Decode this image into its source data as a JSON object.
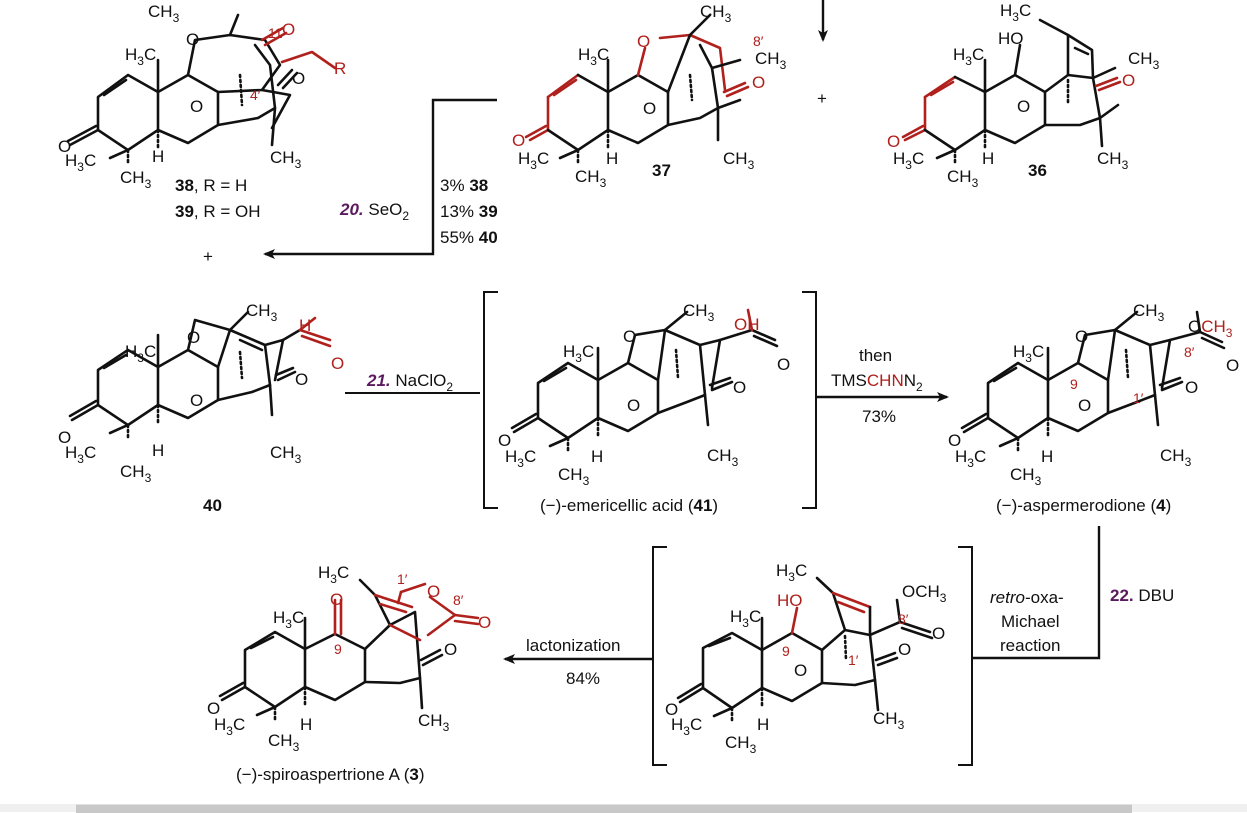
{
  "colors": {
    "ink": "#111111",
    "highlight": "#b0201c",
    "step_number": "#5a1a5e"
  },
  "atoms": {
    "h3c": "H3C",
    "ch3": "CH3",
    "o": "O",
    "h": "H",
    "ho": "HO",
    "oh": "OH",
    "och3": "OCH3",
    "r": "R"
  },
  "compounds": {
    "c38_39": {
      "label_line1_num": "38",
      "label_line1_rest": ", R = H",
      "label_line2_num": "39",
      "label_line2_rest": ", R = OH",
      "locants": [
        "11",
        "4′"
      ]
    },
    "c37": {
      "label": "37",
      "locants": [
        "8′"
      ]
    },
    "c36": {
      "label": "36"
    },
    "c40": {
      "label": "40"
    },
    "c41": {
      "name": "(−)-emericellic acid (",
      "num": "41",
      "close": ")"
    },
    "c4": {
      "name": "(−)-aspermerodione (",
      "num": "4",
      "close": ")",
      "locants": [
        "8′",
        "9",
        "1′"
      ]
    },
    "intermediate": {
      "locants": [
        "9",
        "1′",
        "8′"
      ]
    },
    "c3": {
      "name": "(−)-spiroaspertrione A (",
      "num": "3",
      "close": ")",
      "locants": [
        "1′",
        "8′",
        "9"
      ]
    }
  },
  "plus_signs": [
    "+",
    "+"
  ],
  "steps": {
    "s20": {
      "num": "20.",
      "reagent": "SeO2",
      "yields": [
        {
          "pct": "3%",
          "cmpd": "38"
        },
        {
          "pct": "13%",
          "cmpd": "39"
        },
        {
          "pct": "55%",
          "cmpd": "40"
        }
      ]
    },
    "s21": {
      "num": "21.",
      "reagent": "NaClO2"
    },
    "s21b": {
      "line1": "then",
      "line2_a": "TMS",
      "line2_b": "CHN",
      "line2_c": "2",
      "yield": "73%"
    },
    "s22": {
      "num": "22.",
      "reagent": "DBU"
    },
    "retro": {
      "line1_italic": "retro",
      "line1_rest": "-oxa-",
      "line2": "Michael",
      "line3": "reaction"
    },
    "lactonization": {
      "label": "lactonization",
      "yield": "84%"
    }
  }
}
